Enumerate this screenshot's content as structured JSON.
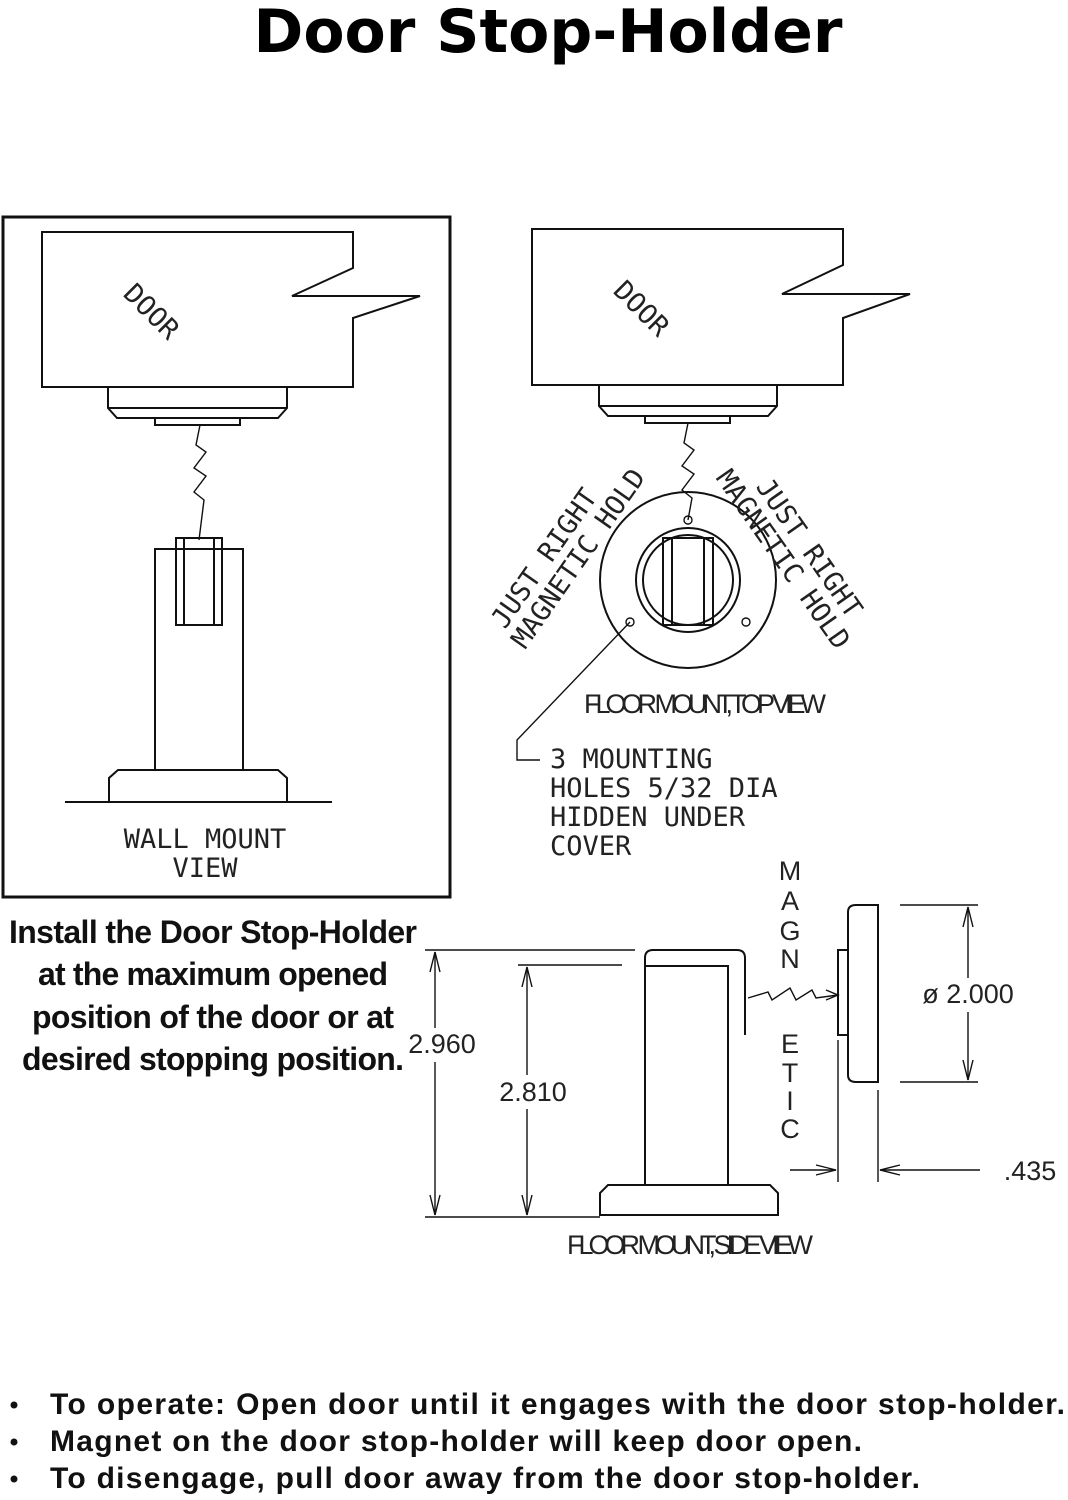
{
  "title": "Door Stop-Holder",
  "wall_mount": {
    "door_label": "DOOR",
    "caption_line1": "WALL MOUNT",
    "caption_line2": "VIEW"
  },
  "top_view": {
    "door_label": "DOOR",
    "left_note_line1": "JUST RIGHT",
    "left_note_line2": "MAGNETIC HOLD",
    "right_note_line1": "JUST RIGHT",
    "right_note_line2": "MAGNETIC HOLD",
    "caption": "FLOOR MOUNT, TOP VIEW",
    "holes_note": [
      "3 MOUNTING",
      "HOLES 5/32 DIA",
      "HIDDEN UNDER",
      "COVER"
    ]
  },
  "instructions": [
    "Install the Door Stop-Holder",
    "at the maximum opened",
    "position of the door or at",
    "desired stopping position."
  ],
  "side_view": {
    "dim_total_height": "2.960",
    "dim_post_height": "2.810",
    "dim_diameter": "ø 2.000",
    "dim_thickness": ".435",
    "magnetic_label_top": [
      "M",
      "A",
      "G",
      "N"
    ],
    "magnetic_label_bottom": [
      "E",
      "T",
      "I",
      "C"
    ],
    "caption": "FLOOR MOUNT, SIDE VIEW"
  },
  "bullets": [
    "To operate:  Open door until it engages with the door stop-holder.",
    "Magnet on the door stop-holder will keep door open.",
    "To disengage, pull door away from the door stop-holder."
  ]
}
